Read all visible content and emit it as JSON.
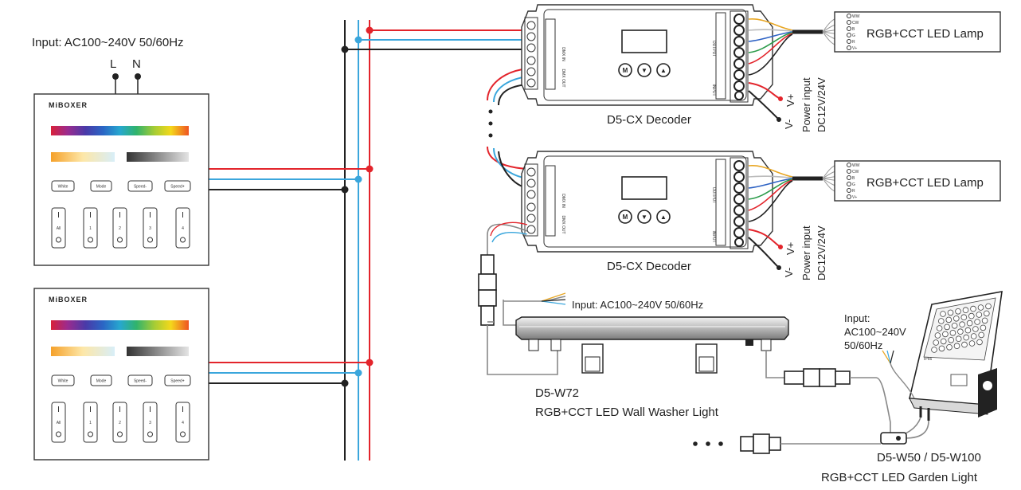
{
  "mains_input_label": "Input: AC100~240V 50/60Hz",
  "terminal_L": "L",
  "terminal_N": "N",
  "panels": [
    {
      "brand": "MiBOXER",
      "buttons": [
        "White",
        "Mode",
        "Speed-",
        "Speed+"
      ],
      "zones": [
        "All",
        "1",
        "2",
        "3",
        "4"
      ]
    },
    {
      "brand": "MiBOXER",
      "buttons": [
        "White",
        "Mode",
        "Speed-",
        "Speed+"
      ],
      "zones": [
        "All",
        "1",
        "2",
        "3",
        "4"
      ]
    }
  ],
  "decoders": [
    {
      "name": "D5-CX Decoder",
      "lamp_label": "RGB+CCT LED Lamp",
      "lamp_pins": [
        "WW",
        "CW",
        "B",
        "G",
        "R",
        "V+"
      ],
      "power_lines": [
        "Power input",
        "DC12V/24V"
      ],
      "v_plus": "V+",
      "v_minus": "V-",
      "output_label": "OUTPUT",
      "input_label": "INPUT",
      "dmx_in_label": "DMX IN",
      "dmx_out_label": "DMX OUT",
      "buttons": [
        "M",
        "▼",
        "▲"
      ]
    },
    {
      "name": "D5-CX Decoder",
      "lamp_label": "RGB+CCT LED Lamp",
      "lamp_pins": [
        "WW",
        "CW",
        "B",
        "G",
        "R",
        "V+"
      ],
      "power_lines": [
        "Power input",
        "DC12V/24V"
      ],
      "v_plus": "V+",
      "v_minus": "V-",
      "output_label": "OUTPUT",
      "input_label": "INPUT",
      "dmx_in_label": "DMX IN",
      "dmx_out_label": "DMX OUT",
      "buttons": [
        "M",
        "▼",
        "▲"
      ]
    }
  ],
  "wall_washer": {
    "input_label": "Input: AC100~240V 50/60Hz",
    "model": "D5-W72",
    "description": "RGB+CCT LED Wall Washer Light"
  },
  "garden_light": {
    "input_lines": [
      "Input:",
      "AC100~240V",
      "50/60Hz"
    ],
    "model": "D5-W50 / D5-W100",
    "description": "RGB+CCT LED Garden Light",
    "badge": "IP66"
  },
  "colors": {
    "bus_red": "#e3242b",
    "bus_blue": "#3aa6dc",
    "bus_black": "#222222",
    "line_gray": "#888888"
  }
}
